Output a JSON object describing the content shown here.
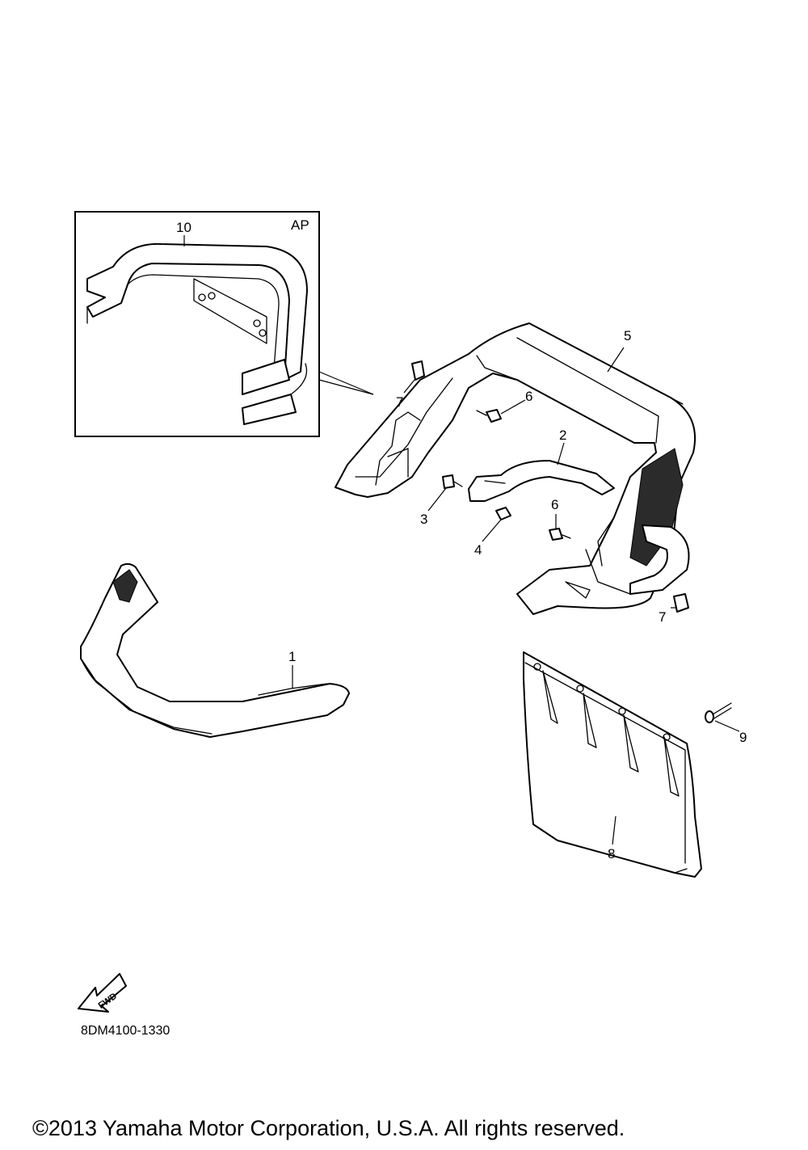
{
  "inset": {
    "tag": "AP"
  },
  "callouts": {
    "c1": "1",
    "c2": "2",
    "c3": "3",
    "c4": "4",
    "c5": "5",
    "c6a": "6",
    "c6b": "6",
    "c7a": "7",
    "c7b": "7",
    "c8": "8",
    "c9": "9",
    "c10": "10"
  },
  "fwd_label": "FWD",
  "diagram_code": "8DM4100-1330",
  "copyright": "©2013 Yamaha Motor Corporation, U.S.A. All rights reserved."
}
